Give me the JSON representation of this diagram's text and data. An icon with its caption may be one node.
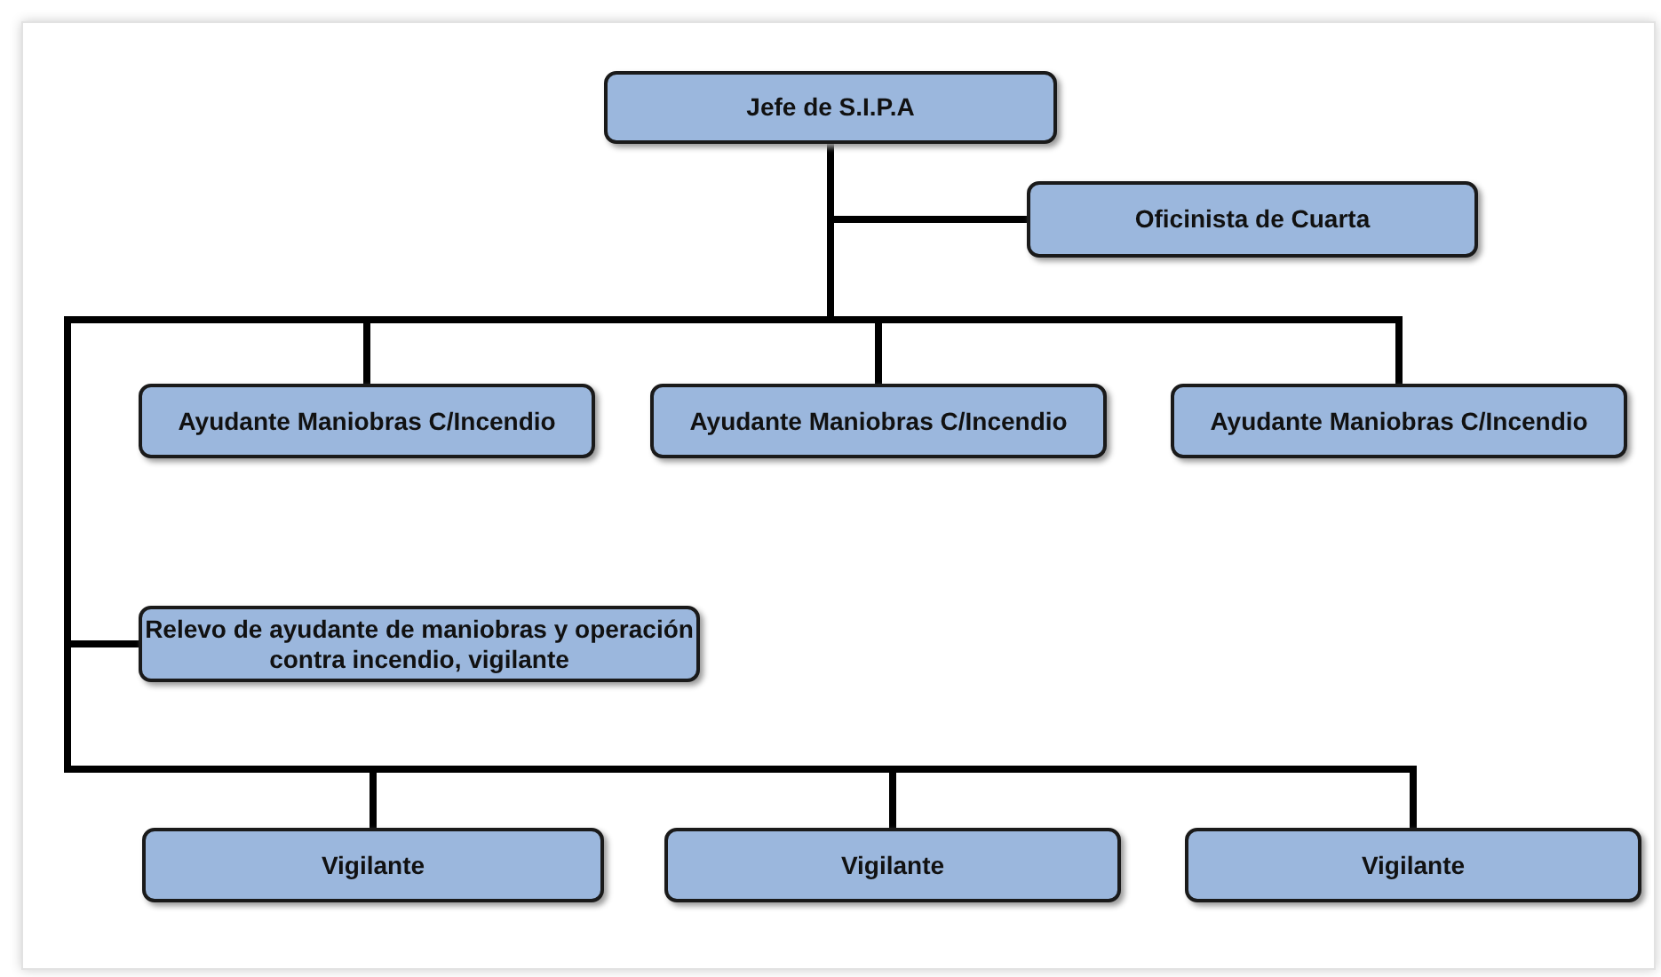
{
  "diagram": {
    "nodes": [
      {
        "text": [
          "Jefe de S.I.P.A"
        ]
      },
      {
        "text": [
          "Oficinista de Cuarta"
        ]
      },
      {
        "text": [
          "Ayudante Maniobras C/Incendio"
        ]
      },
      {
        "text": [
          "Ayudante Maniobras C/Incendio"
        ]
      },
      {
        "text": [
          "Ayudante Maniobras C/Incendio"
        ]
      },
      {
        "text": [
          "Relevo de ayudante de maniobras y operación contra incendio, vigilante"
        ]
      },
      {
        "text": [
          "Vigilante"
        ]
      },
      {
        "text": [
          "Vigilante"
        ]
      },
      {
        "text": [
          "Vigilante"
        ]
      }
    ],
    "edges": [
      {
        "from": 0,
        "to": 1,
        "arrow": "none"
      },
      {
        "from": 0,
        "to": 2,
        "arrow": "none"
      },
      {
        "from": 0,
        "to": 3,
        "arrow": "none"
      },
      {
        "from": 0,
        "to": 4,
        "arrow": "none"
      },
      {
        "from": 0,
        "to": 5,
        "arrow": "none"
      },
      {
        "from": 0,
        "to": 6,
        "arrow": "none"
      },
      {
        "from": 0,
        "to": 7,
        "arrow": "none"
      },
      {
        "from": 0,
        "to": 8,
        "arrow": "none"
      }
    ]
  }
}
